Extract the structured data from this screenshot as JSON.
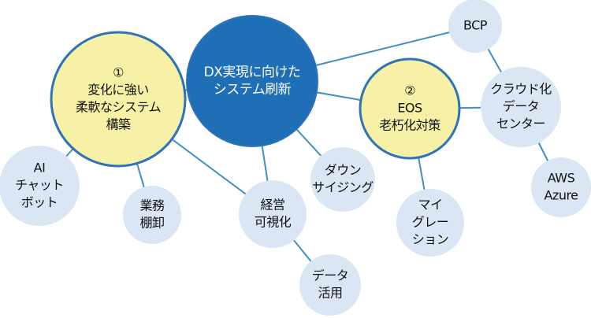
{
  "palette": {
    "line": "#3f8fc6",
    "center_fill": "#1f6fb6",
    "center_text": "#ffffff",
    "highlight_fill": "#f6f1a6",
    "highlight_stroke": "#2e73b8",
    "node_fill": "#dbe6f5",
    "node_text": "#111111"
  },
  "nodes": {
    "center": {
      "lines": [
        "DX実現に向けた",
        "システム刷新"
      ]
    },
    "flexible": {
      "lines": [
        "①",
        "変化に強い",
        "柔軟なシステム",
        "構築"
      ]
    },
    "eos": {
      "lines": [
        "②",
        "EOS",
        "老朽化対策"
      ]
    },
    "ai": {
      "lines": [
        "AI",
        "チャット",
        "ボット"
      ]
    },
    "gyomu": {
      "lines": [
        "業務",
        "棚卸"
      ]
    },
    "keiei": {
      "lines": [
        "経営",
        "可視化"
      ]
    },
    "data": {
      "lines": [
        "データ",
        "活用"
      ]
    },
    "downsizing": {
      "lines": [
        "ダウン",
        "サイジング"
      ]
    },
    "migration": {
      "lines": [
        "マイ",
        "グレー",
        "ション"
      ]
    },
    "bcp": {
      "lines": [
        "BCP"
      ]
    },
    "cloud": {
      "lines": [
        "クラウド化",
        "データ",
        "センター"
      ]
    },
    "aws": {
      "lines": [
        "AWS",
        "Azure"
      ]
    }
  }
}
